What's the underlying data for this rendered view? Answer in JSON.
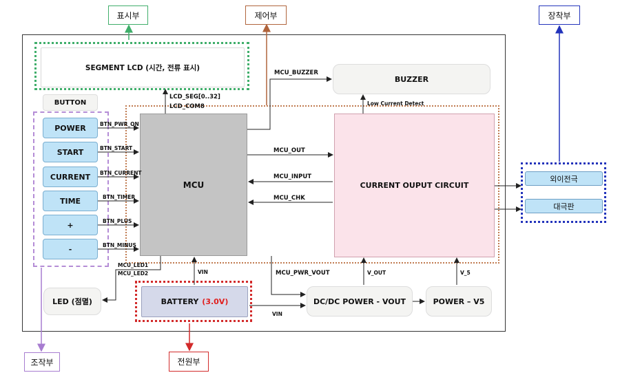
{
  "sections": {
    "display": "표시부",
    "control": "제어부",
    "attach": "장착부",
    "operation": "조작부",
    "power": "전원부"
  },
  "blocks": {
    "lcd": "SEGMENT LCD (시간, 전류 표시)",
    "buzzer": "BUZZER",
    "button_header": "BUTTON",
    "mcu": "MCU",
    "current_circuit": "CURRENT OUPUT CIRCUIT",
    "led": "LED (점멸)",
    "battery_label": "BATTERY",
    "battery_voltage": "(3.0V)",
    "dcdc": "DC/DC POWER - VOUT",
    "power_v5": "POWER – V5",
    "electrode_1": "외이전극",
    "electrode_2": "대극판"
  },
  "buttons": [
    "POWER",
    "START",
    "CURRENT",
    "TIME",
    "+",
    "-"
  ],
  "signals": {
    "btn_pwr_on": "BTN_PWR_ON",
    "btn_start": "BTN_START",
    "btn_current": "BTN_CURRENT",
    "btn_timer": "BTN_TIMER",
    "btn_plus": "BTN_PLUS",
    "btn_minus": "BTN_MINUS",
    "lcd_seg": "LCD_SEG[0..32]",
    "lcd_com": "LCD_COM8",
    "mcu_buzzer": "MCU_BUZZER",
    "low_current": "Low Current Detect",
    "mcu_out": "MCU_OUT",
    "mcu_input": "MCU_INPUT",
    "mcu_chk": "MCU_CHK",
    "mcu_led1": "MCU_LED1",
    "mcu_led2": "MCU_LED2",
    "vin_top": "VIN",
    "vin_bottom": "VIN",
    "mcu_pwr_vout": "MCU_PWR_VOUT",
    "v_out": "V_OUT",
    "v_5": "V_5"
  },
  "colors": {
    "display": "#3fae6a",
    "control": "#b0643c",
    "attach": "#2233bb",
    "operation": "#a77cd0",
    "power": "#d22a2a",
    "battery_voltage": "#e0201f"
  }
}
